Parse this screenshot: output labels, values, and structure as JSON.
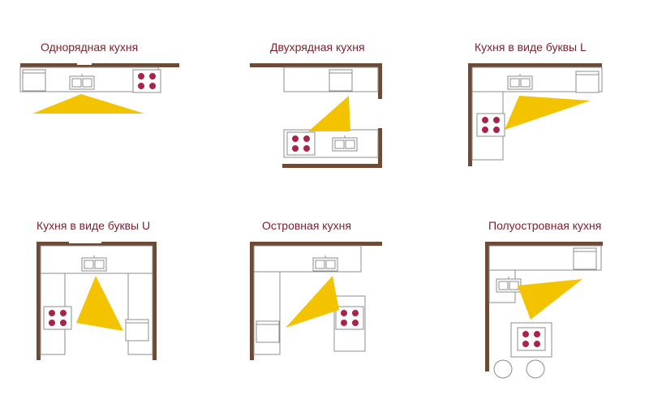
{
  "titles": {
    "single_row": "Однорядная кухня",
    "double_row": "Двухрядная кухня",
    "l_shape": "Кухня в виде буквы L",
    "u_shape": "Кухня в виде буквы U",
    "island": "Островная кухня",
    "peninsula": "Полуостровная кухня"
  },
  "colors": {
    "title": "#7a1f2b",
    "wall": "#6e4a35",
    "work_triangle": "#f3c300",
    "burner": "#a8244a"
  },
  "icons": [
    "fridge-icon",
    "sink-icon",
    "stove-icon",
    "work-triangle",
    "bar-stool-icon"
  ]
}
